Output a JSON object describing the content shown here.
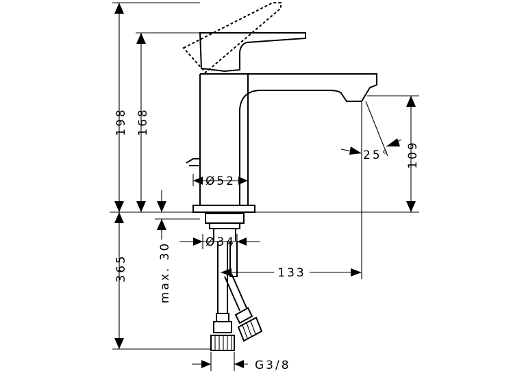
{
  "dimensions": {
    "total_height": "198",
    "spout_height": "168",
    "spout_clearance": "109",
    "spray_angle": "25°",
    "body_diameter": "Ø52",
    "hole_diameter": "Ø34",
    "below_deck_length": "365",
    "max_deck_thickness": "max. 30",
    "spout_reach": "133",
    "connection_thread": "G3/8"
  }
}
